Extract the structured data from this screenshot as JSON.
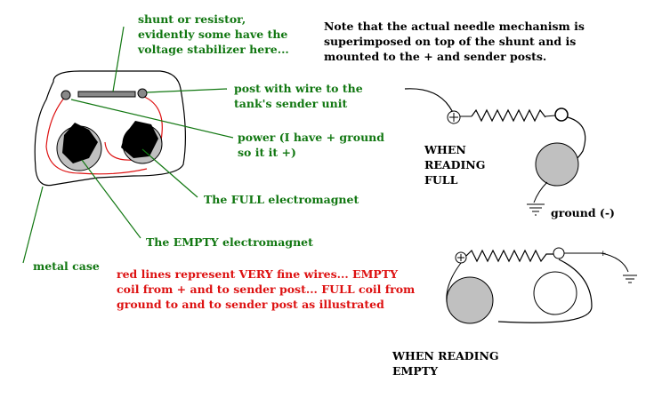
{
  "labels": {
    "shunt": "shunt or resistor,\nevidently some have the\nvoltage stabilizer here...",
    "note": "Note that the actual needle mechanism is\nsuperimposed on top of the shunt and is\nmounted to the + and sender posts.",
    "post_sender": "post with wire to the\ntank's sender unit",
    "power": "power (I have + ground\nso it it +)",
    "full_magnet": "The FULL electromagnet",
    "empty_magnet": "The EMPTY electromagnet",
    "metal_case": "metal case",
    "red_note": "red lines represent VERY fine wires... EMPTY\ncoil from + and to sender post... FULL coil from\nground to and to sender post as illustrated",
    "reading_full": "WHEN\nREADING\nFULL",
    "ground": "ground (-)",
    "reading_empty": "WHEN READING\nEMPTY",
    "plus_symbol": "+"
  },
  "colors": {
    "label_green": "#117711",
    "wire_red": "#dd1111",
    "line_green": "#117711",
    "coil_gray": "#c0c0c0",
    "ink": "#000000"
  }
}
